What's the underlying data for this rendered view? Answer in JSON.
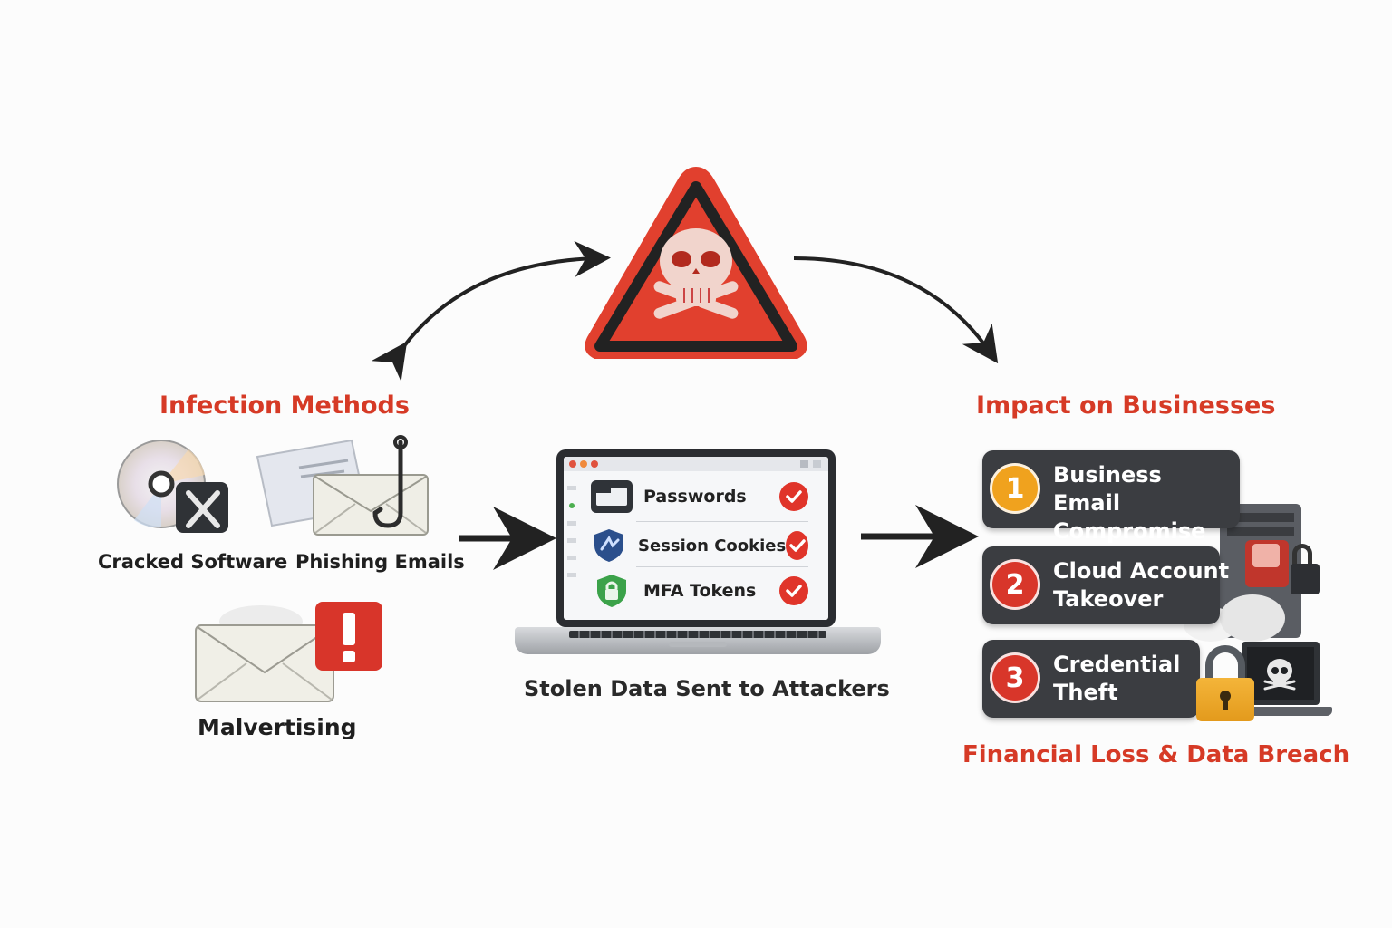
{
  "infection": {
    "heading": "Infection Methods",
    "methods": [
      {
        "label": "Cracked Software",
        "icon": "cracked-disc-icon"
      },
      {
        "label": "Phishing Emails",
        "icon": "phishing-envelope-icon"
      },
      {
        "label": "Malvertising",
        "icon": "malvertising-envelope-icon"
      }
    ]
  },
  "center": {
    "warning_icon": "skull-warning-triangle-icon",
    "stolen_items": [
      {
        "label": "Passwords",
        "icon": "password-card-icon"
      },
      {
        "label": "Session Cookies",
        "icon": "session-cookie-shield-icon"
      },
      {
        "label": "MFA Tokens",
        "icon": "mfa-lock-shield-icon"
      }
    ],
    "caption": "Stolen Data Sent to Attackers"
  },
  "impact": {
    "heading": "Impact on Businesses",
    "items": [
      {
        "number": "1",
        "label": "Business Email Compromise",
        "color": "#f0a21e"
      },
      {
        "number": "2",
        "label": "Cloud Account Takeover",
        "color": "#d8362a"
      },
      {
        "number": "3",
        "label": "Credential Theft",
        "color": "#d8362a"
      }
    ],
    "footer": "Financial Loss & Data Breach"
  },
  "colors": {
    "accent_red": "#d63a26",
    "card_dark": "#3b3d41",
    "check_red": "#e0342a"
  }
}
